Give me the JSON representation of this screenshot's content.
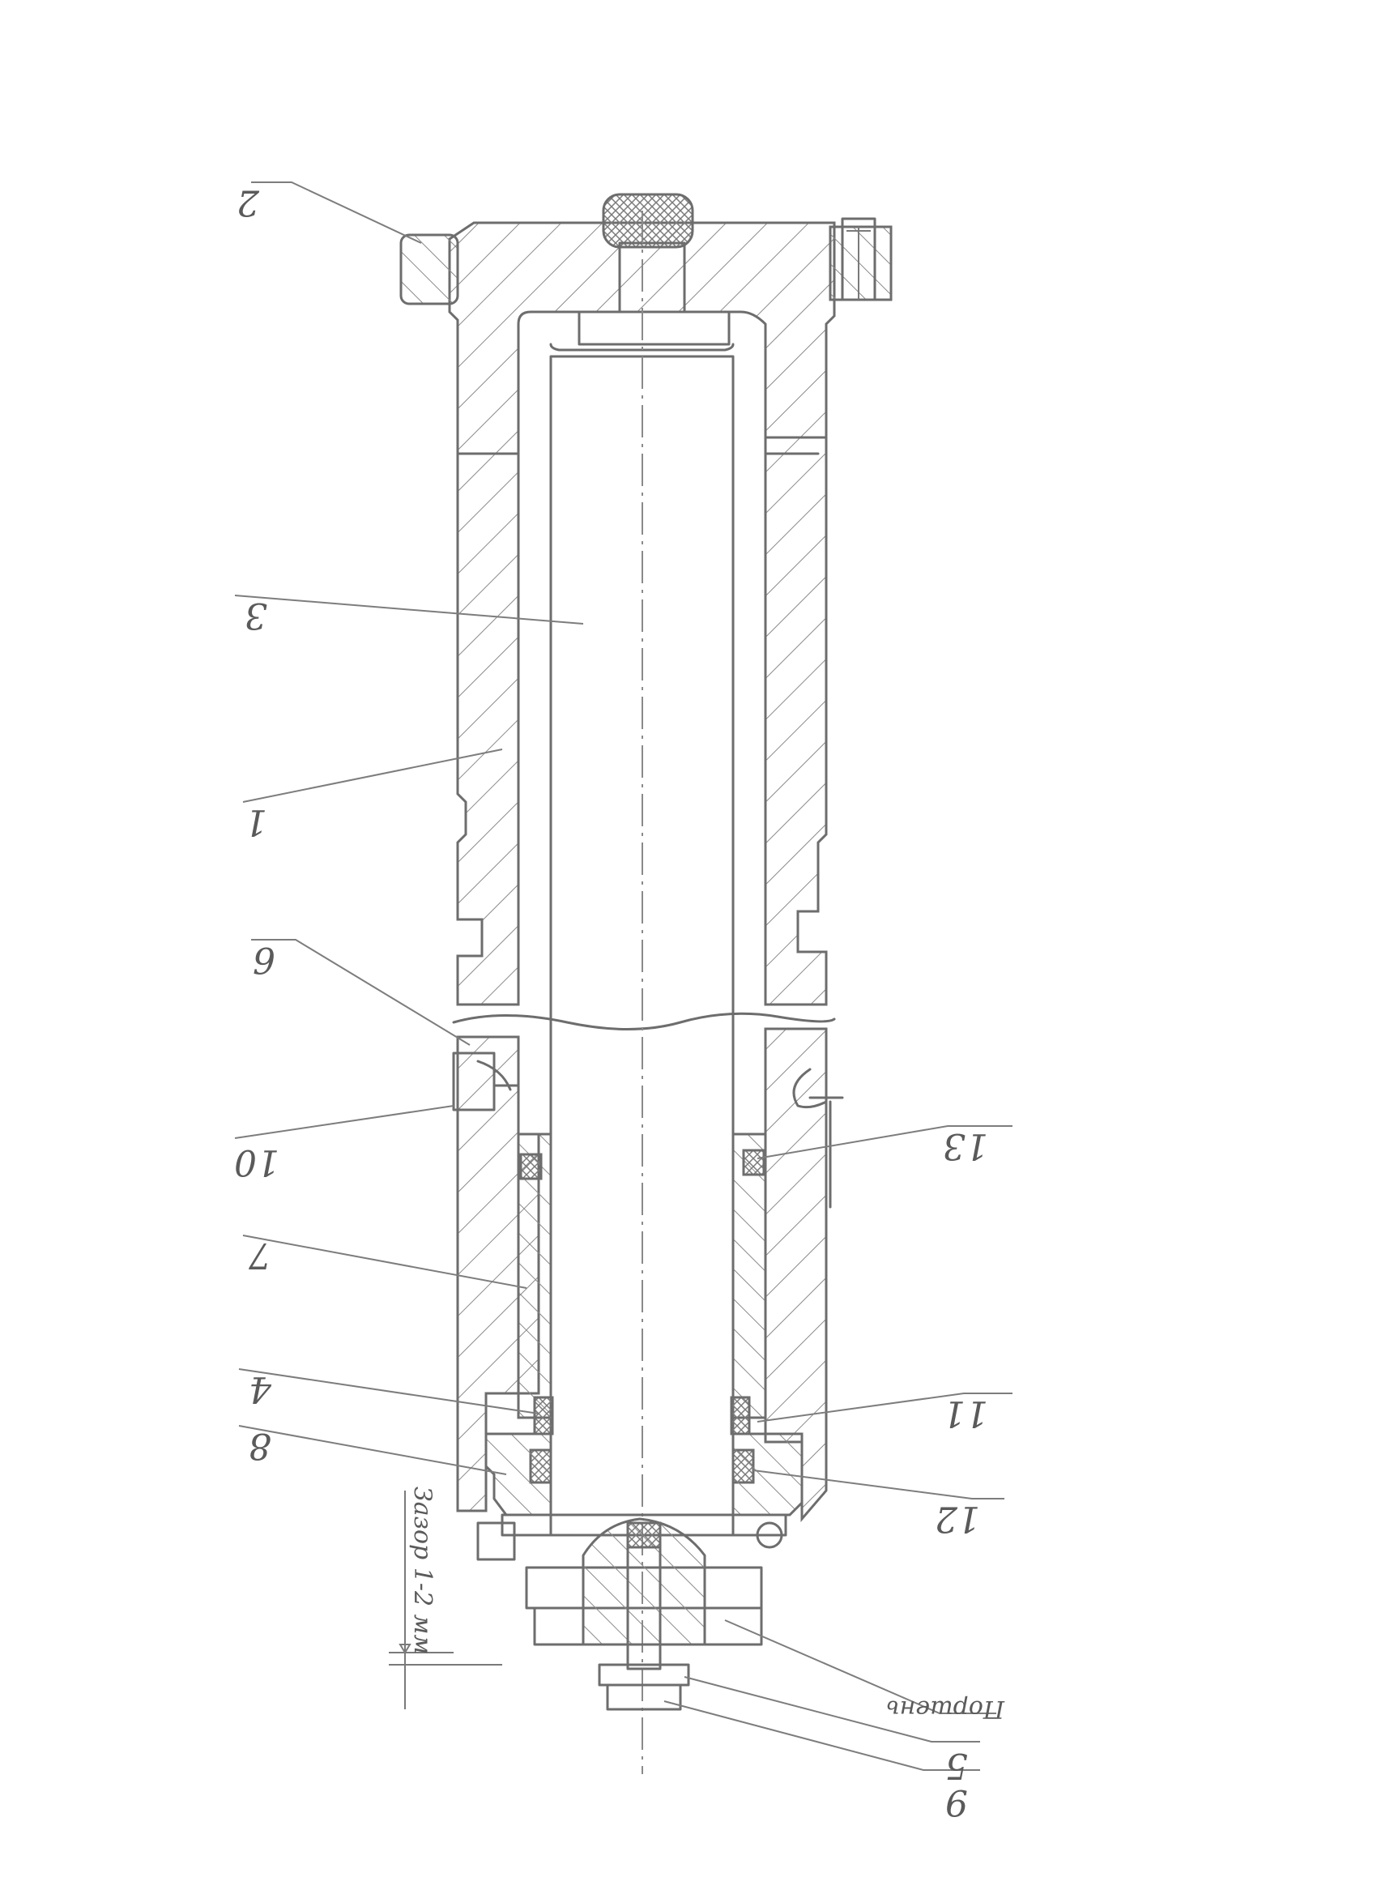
{
  "labels": {
    "l2": "2",
    "l3": "3",
    "l1": "1",
    "l6": "6",
    "l10": "10",
    "l7": "7",
    "l4": "4",
    "l8": "8",
    "l13": "13",
    "l11": "11",
    "l12": "12",
    "l5": "5",
    "l9": "9"
  },
  "notes": {
    "gap": "Зазор 1-2 мм",
    "piston": "Поршень"
  },
  "colors": {
    "line": "#6d6d6d",
    "text": "#5a5a5a",
    "paper": "#ffffff"
  }
}
